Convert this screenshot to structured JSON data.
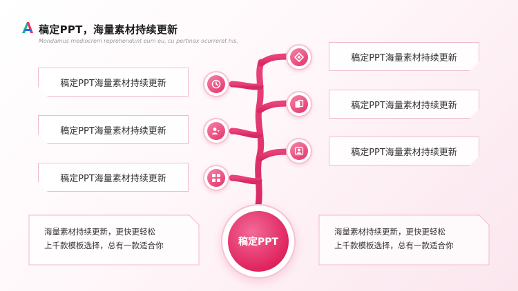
{
  "header": {
    "title": "稿定PPT，海量素材持续更新",
    "subtitle": "Mondamus mediocrem reprehendunt eum eu, cu pertinax ocurreret his."
  },
  "hub": {
    "label": "稿定PPT"
  },
  "branches": {
    "left": [
      {
        "label": "稿定PPT海量素材持续更新",
        "icon": "clock-icon"
      },
      {
        "label": "稿定PPT海量素材持续更新",
        "icon": "user-heart-icon"
      },
      {
        "label": "稿定PPT海量素材持续更新",
        "icon": "grid-icon"
      }
    ],
    "right": [
      {
        "label": "稿定PPT海量素材持续更新",
        "icon": "diamond-icon"
      },
      {
        "label": "稿定PPT海量素材持续更新",
        "icon": "cards-icon"
      },
      {
        "label": "稿定PPT海量素材持续更新",
        "icon": "user-badge-icon"
      }
    ]
  },
  "notes": {
    "left": {
      "line1": "海量素材持续更新，更快更轻松",
      "line2": "上千款模板选择，总有一款适合你"
    },
    "right": {
      "line1": "海量素材持续更新，更快更轻松",
      "line2": "上千款模板选择，总有一款适合你"
    }
  },
  "colors": {
    "accent": "#e3336b",
    "accent_light": "#f583a8",
    "border": "#f1b9cd"
  }
}
